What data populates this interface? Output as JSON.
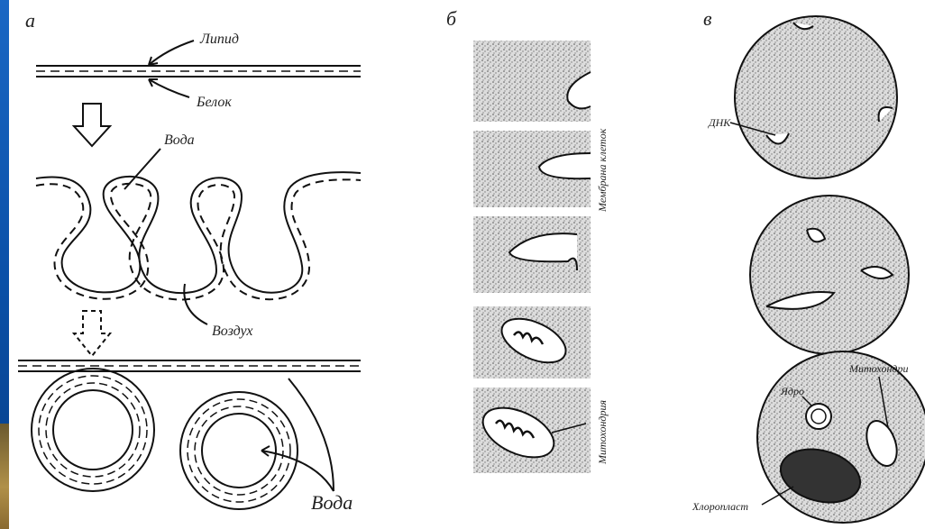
{
  "panels": {
    "a": {
      "letter": "а",
      "lipid": "Липид",
      "protein": "Белок",
      "water_top": "Вода",
      "air": "Воздух",
      "water_bottom": "Вода"
    },
    "b": {
      "letter": "б",
      "membrane": "Мембрана клеток",
      "mitochondrion": "Митохондрия"
    },
    "v": {
      "letter": "в",
      "dna": "ДНК",
      "nucleus": "Ядро",
      "mitochondria": "Митохондри",
      "chloroplast": "Хлоропласт"
    }
  }
}
